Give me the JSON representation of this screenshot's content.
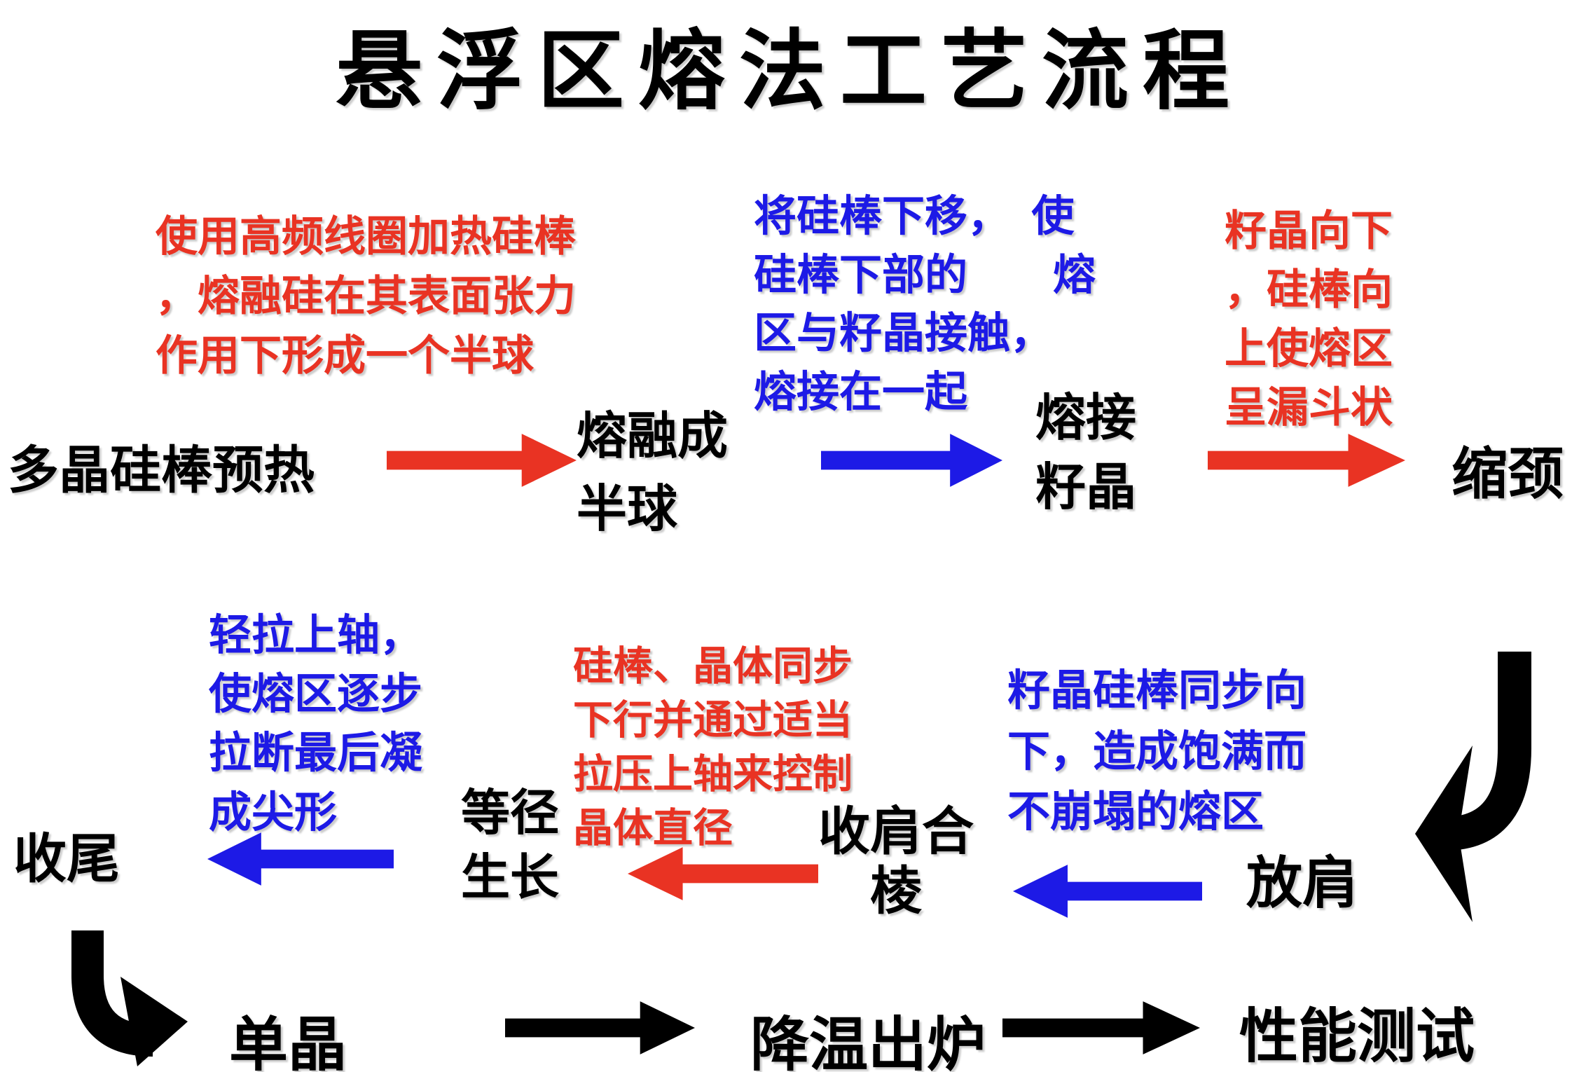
{
  "title": "悬浮区熔法工艺流程",
  "colors": {
    "red": "#e93323",
    "blue": "#1d1ae6",
    "black": "#000000",
    "background": "#ffffff"
  },
  "annotations": {
    "preheat": "使用高频线圈加热硅棒\n，熔融硅在其表面张力\n作用下形成一个半球",
    "attach": "将硅棒下移，　使\n硅棒下部的　　熔\n区与籽晶接触，\n熔接在一起",
    "funnel": "籽晶向下\n，硅棒向\n上使熔区\n呈漏斗状",
    "tail": "轻拉上轴，\n使熔区逐步\n拉断最后凝\n成尖形",
    "diameter": "硅棒、晶体同步\n下行并通过适当\n拉压上轴来控制\n晶体直径",
    "shoulder": "籽晶硅棒同步向\n下，造成饱满而\n不崩塌的熔区"
  },
  "nodes": {
    "preheat": "多晶硅棒预热",
    "hemisphere": "熔融成\n半球",
    "weld_seed": "熔接\n籽晶",
    "necking": "缩颈",
    "shoulder_expand": "放肩",
    "shoulder_close": "收肩合\n棱",
    "diameter_growth": "等径\n生长",
    "tail_off": "收尾",
    "single_crystal": "单晶",
    "cooling_out": "降温出炉",
    "testing": "性能测试"
  }
}
